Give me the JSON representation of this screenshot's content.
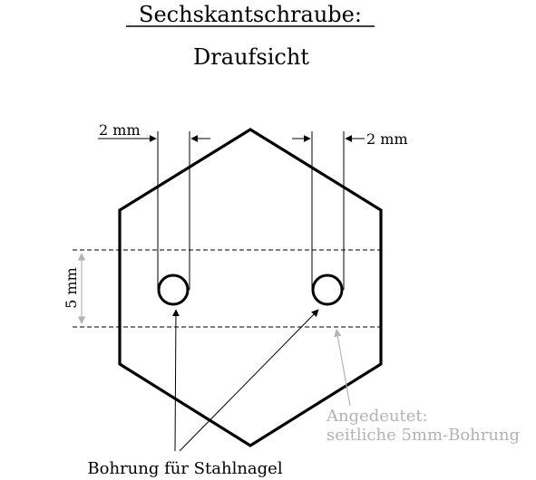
{
  "title": "Sechskantschraube:",
  "subtitle": "Draufsicht",
  "labels": {
    "dim_left_top": "2 mm",
    "dim_right_top": "2 mm",
    "dim_vertical": "5 mm",
    "hint_line1": "Angedeutet:",
    "hint_line2": "seitliche 5mm-Bohrung",
    "bottom_caption": "Bohrung für Stahlnagel"
  },
  "colors": {
    "outline": "#000000",
    "hint": "#b3b3b3"
  }
}
